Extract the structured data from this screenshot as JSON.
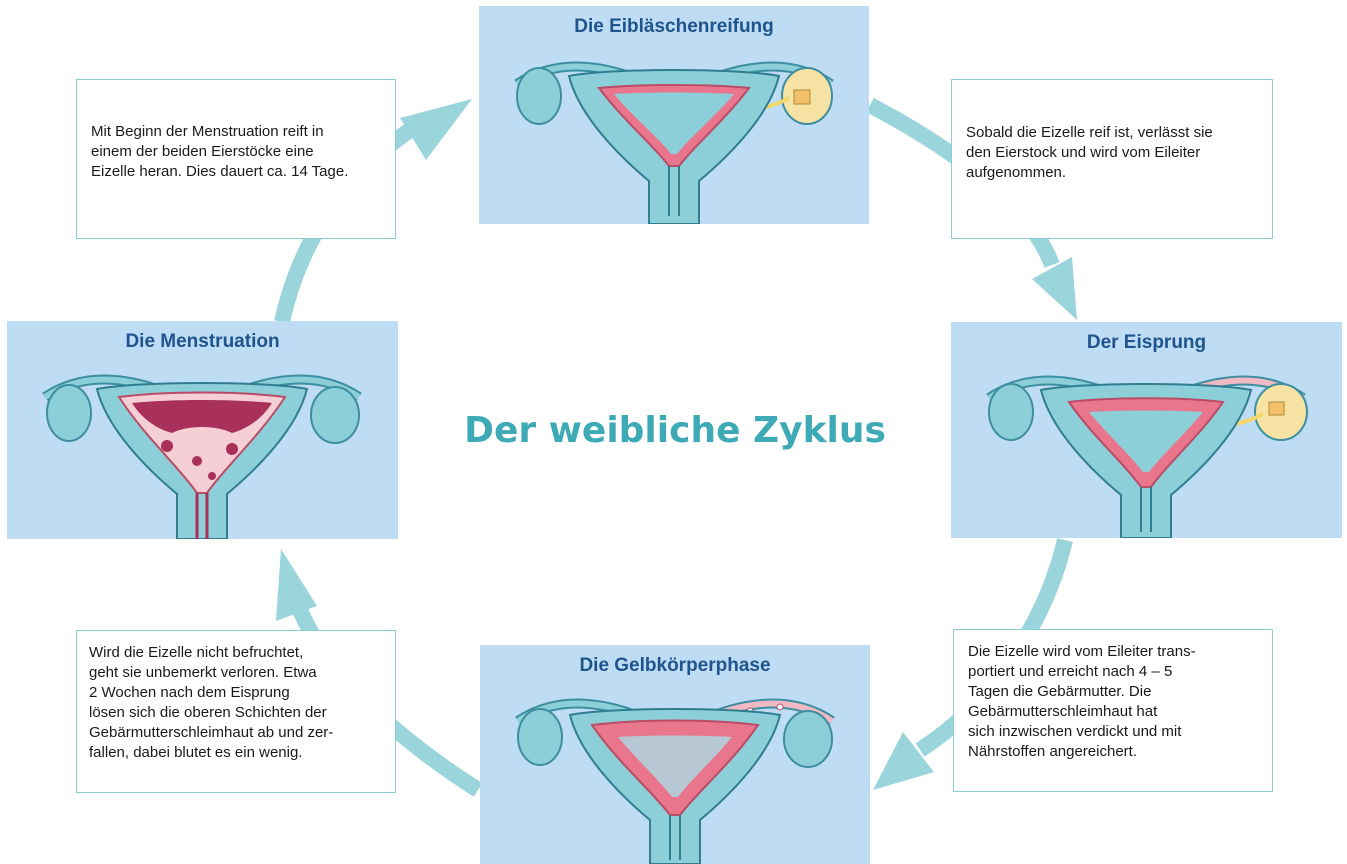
{
  "title": "Der weibliche Zyklus",
  "colors": {
    "arrow": "#9ad5db",
    "panel_bg": "#bedcf3",
    "panel_title": "#20548c",
    "title": "#3eaab5",
    "box_border": "#8ccdd3"
  },
  "stages": [
    {
      "name": "Die Eibläschenreifung",
      "illustration": "uterus-follicle-ripening"
    },
    {
      "name": "Der Eisprung",
      "illustration": "uterus-ovulation"
    },
    {
      "name": "Die Gelbkörperphase",
      "illustration": "uterus-corpus-luteum"
    },
    {
      "name": "Die Menstruation",
      "illustration": "uterus-menstruation"
    }
  ],
  "descriptions": [
    {
      "text": "Mit Beginn der Menstruation reift in\neinem der beiden Eierstöcke eine\nEizelle heran. Dies dauert ca. 14 Tage."
    },
    {
      "text": "Sobald die Eizelle reif ist, verlässt sie\nden Eierstock und wird vom Eileiter\naufgenommen."
    },
    {
      "text": "Die Eizelle wird vom Eileiter trans-\nportiert und erreicht nach 4 – 5\nTagen die Gebärmutter. Die\nGebärmutterschleimhaut hat\nsich inzwischen verdickt und mit\nNährstoffen angereichert."
    },
    {
      "text": "Wird die Eizelle nicht befruchtet,\ngeht sie unbemerkt verloren. Etwa\n2 Wochen nach dem Eisprung\nlösen sich die oberen Schichten der\nGebärmutterschleimhaut ab und zer-\nfallen, dabei blutet es ein wenig."
    }
  ]
}
